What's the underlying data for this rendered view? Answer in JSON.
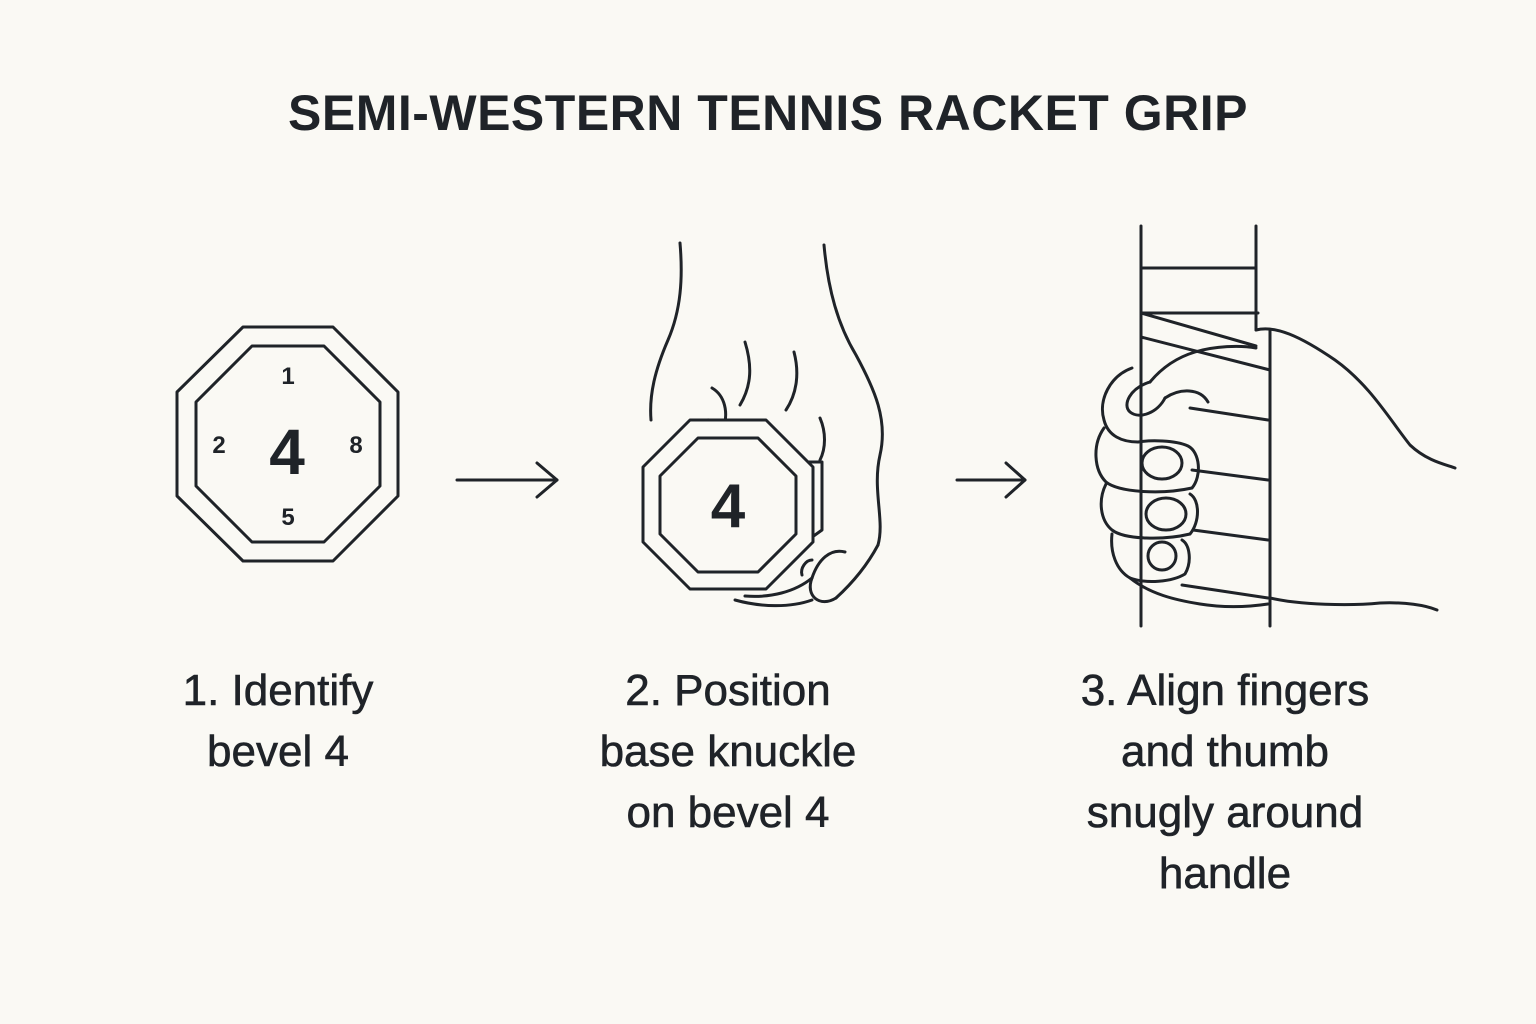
{
  "title": "SEMI-WESTERN TENNIS RACKET GRIP",
  "steps": [
    {
      "label": "1. Identify\nbevel 4",
      "bevels": {
        "center": "4",
        "top": "1",
        "left": "2",
        "right": "8",
        "bottom": "5"
      }
    },
    {
      "label": "2. Position\nbase knuckle\non bevel 4",
      "bevel": "4"
    },
    {
      "label": "3. Align fingers\nand thumb\nsnugly around\nhandle"
    }
  ],
  "colors": {
    "ink": "#1f2328",
    "background": "#faf9f4"
  },
  "icons": [
    "octagon-bevel-icon",
    "arrow-right-icon",
    "hand-on-bevel-icon",
    "hand-gripping-handle-icon"
  ]
}
